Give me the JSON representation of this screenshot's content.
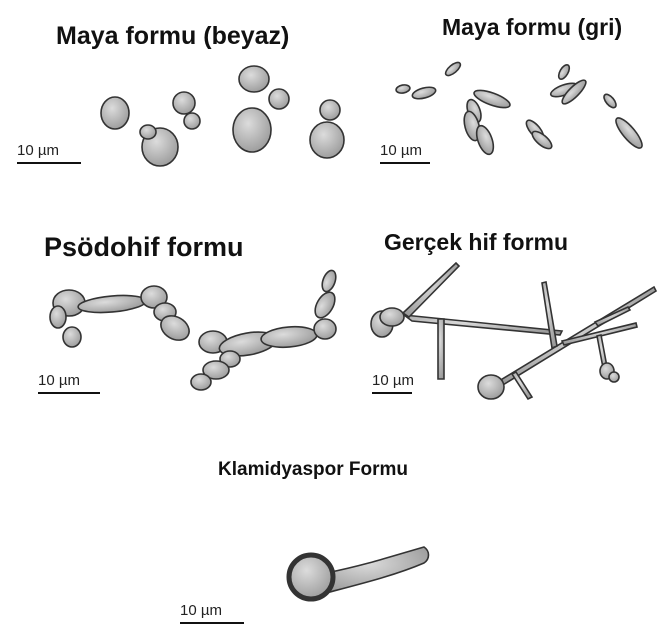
{
  "panels": {
    "yeast_white": {
      "title": "Maya formu (beyaz)",
      "scale": "10 µm"
    },
    "yeast_gray": {
      "title": "Maya formu (gri)",
      "scale": "10 µm"
    },
    "pseudohypha": {
      "title": "Psödohif formu",
      "scale": "10 µm"
    },
    "true_hypha": {
      "title": "Gerçek hif formu",
      "scale": "10 µm"
    },
    "chlamydospore": {
      "title": "Klamidyaspor Formu",
      "scale": "10 µm"
    }
  },
  "colors": {
    "cell_fill": "#b5b5b5",
    "cell_stroke": "#333333"
  }
}
